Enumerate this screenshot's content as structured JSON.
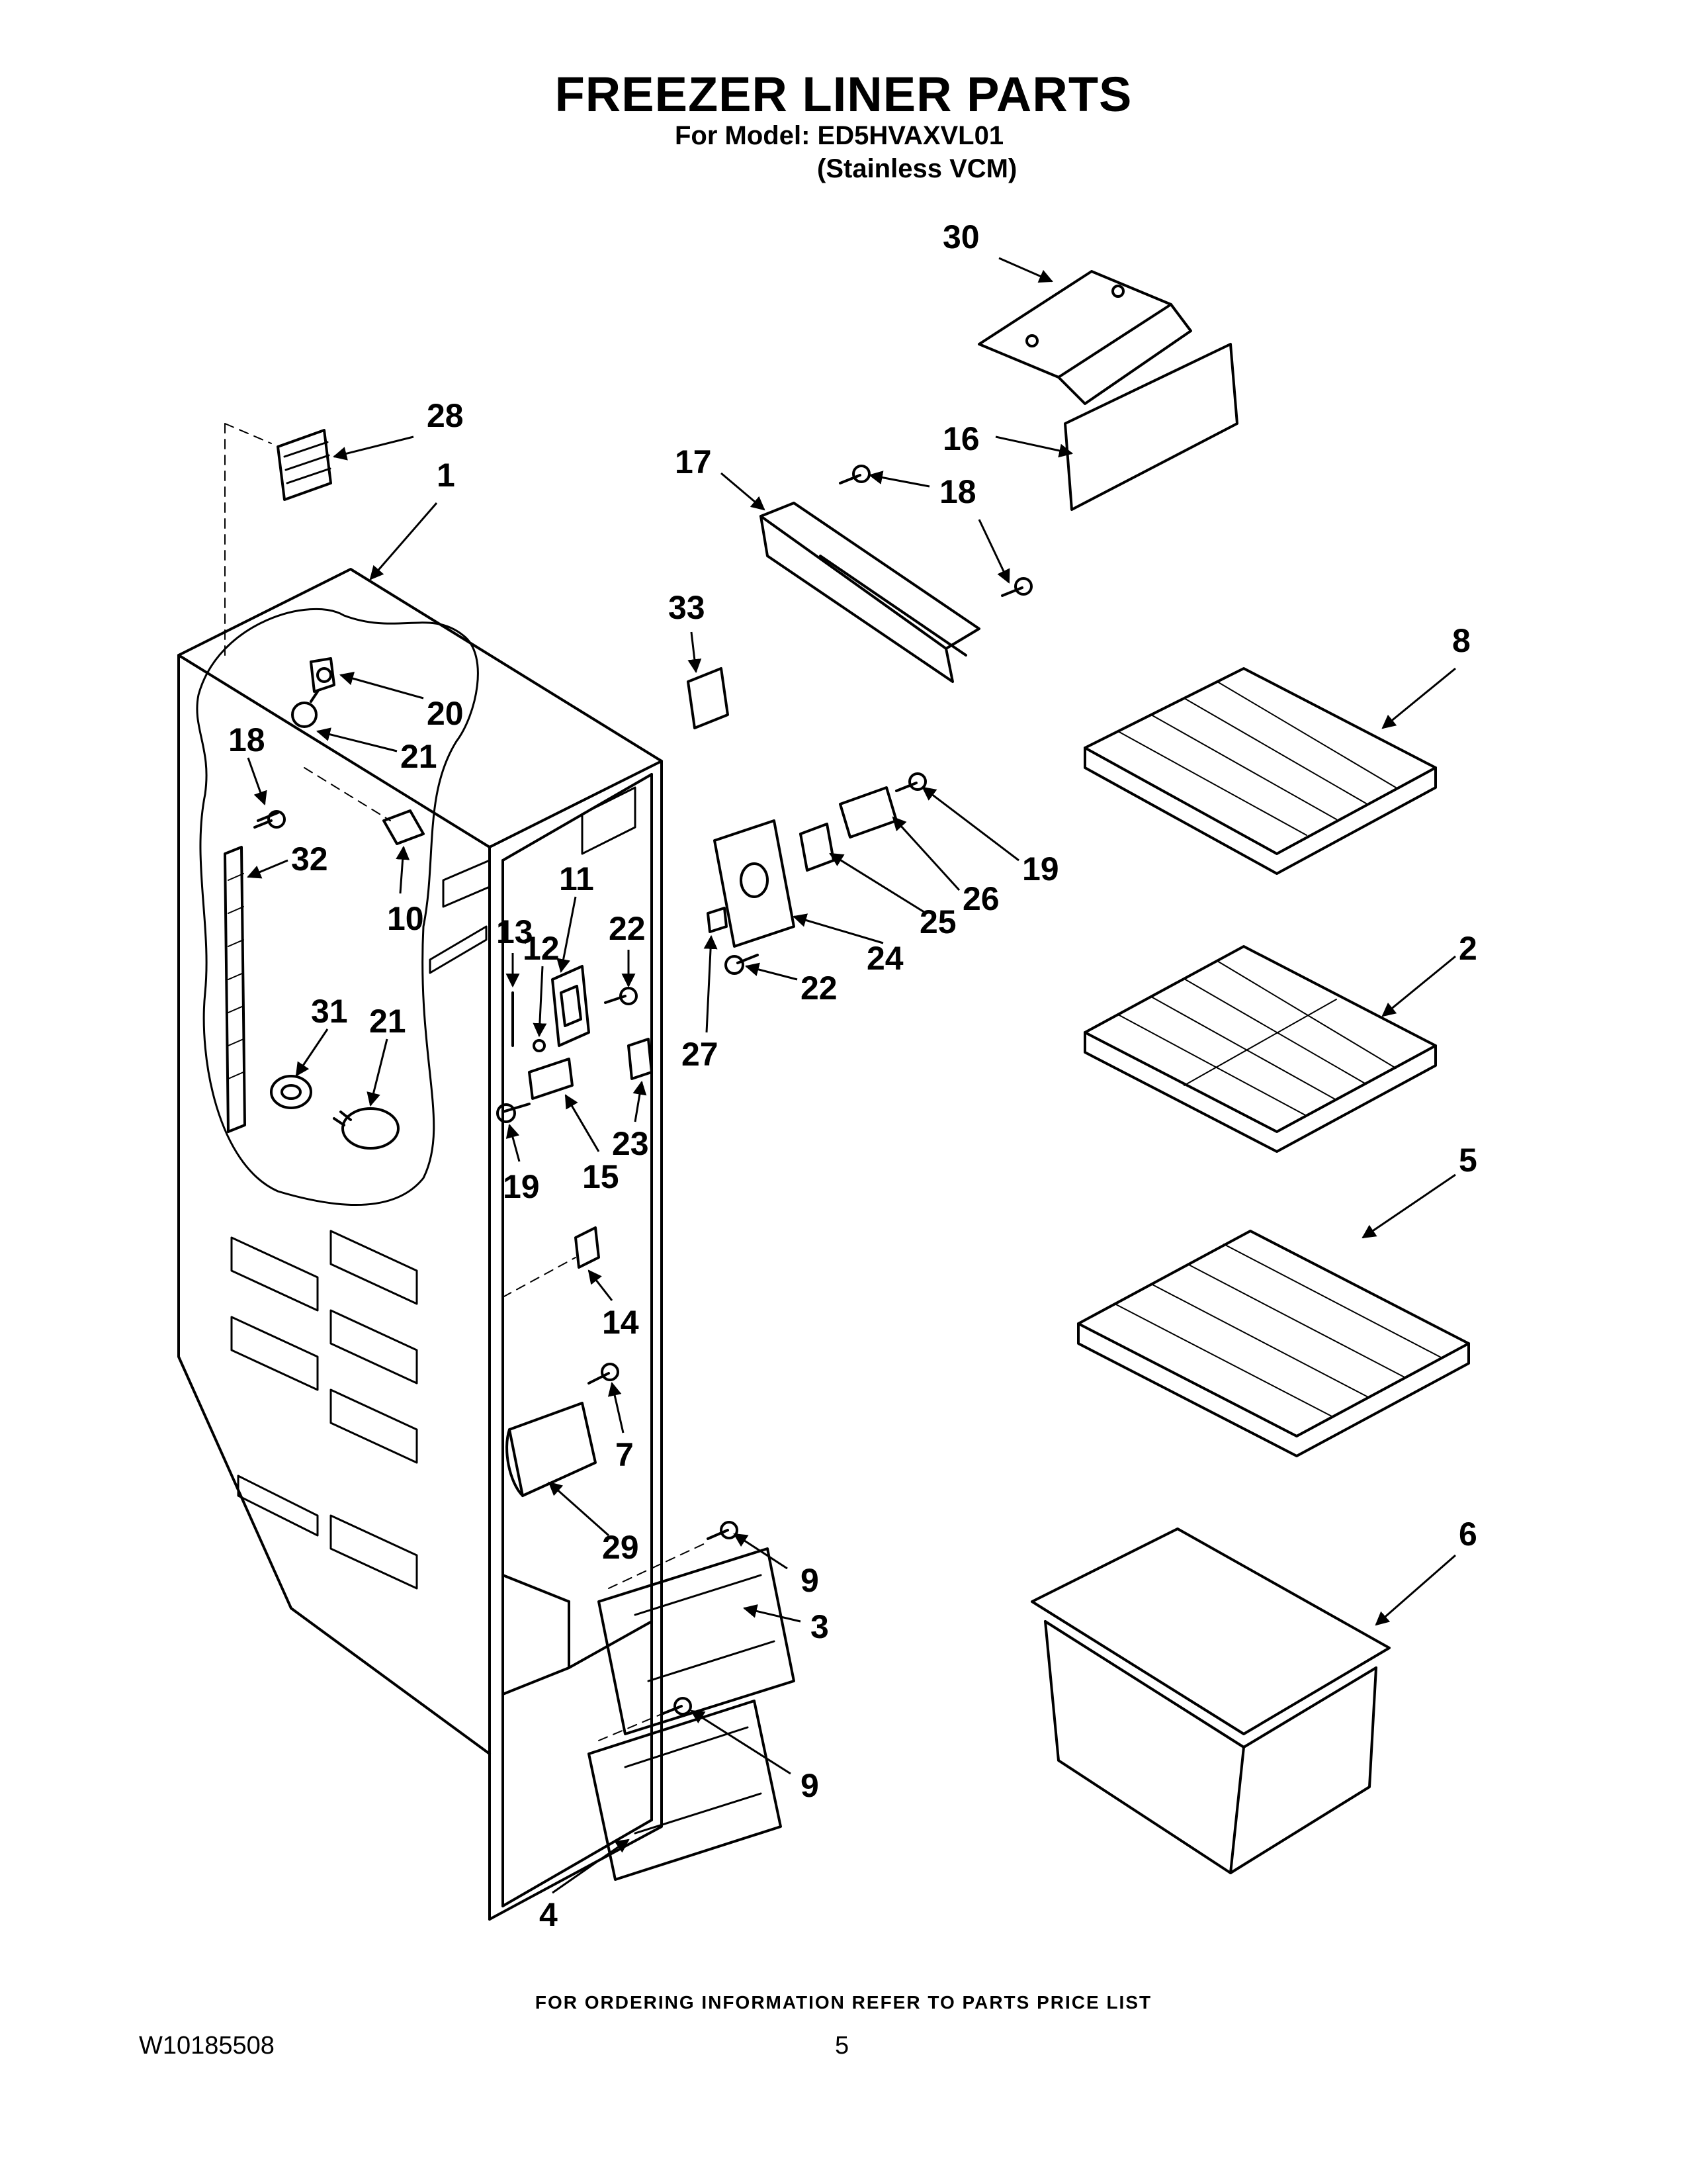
{
  "header": {
    "title": "FREEZER LINER PARTS",
    "model_line": "For Model: ED5HVAXVL01",
    "variant_line": "(Stainless VCM)"
  },
  "callouts": {
    "c1": "1",
    "c2": "2",
    "c3": "3",
    "c4": "4",
    "c5": "5",
    "c6": "6",
    "c7": "7",
    "c8": "8",
    "c9a": "9",
    "c9b": "9",
    "c10": "10",
    "c11": "11",
    "c12": "12",
    "c13": "13",
    "c14": "14",
    "c15": "15",
    "c16": "16",
    "c17": "17",
    "c18a": "18",
    "c18b": "18",
    "c19a": "19",
    "c19b": "19",
    "c20": "20",
    "c21a": "21",
    "c21b": "21",
    "c22a": "22",
    "c22b": "22",
    "c23": "23",
    "c24": "24",
    "c25": "25",
    "c26": "26",
    "c27": "27",
    "c28": "28",
    "c29": "29",
    "c30": "30",
    "c31": "31",
    "c32": "32",
    "c33": "33"
  },
  "footer": {
    "ordering_note": "FOR ORDERING INFORMATION REFER TO PARTS PRICE LIST",
    "doc_id": "W10185508",
    "page_number": "5"
  }
}
